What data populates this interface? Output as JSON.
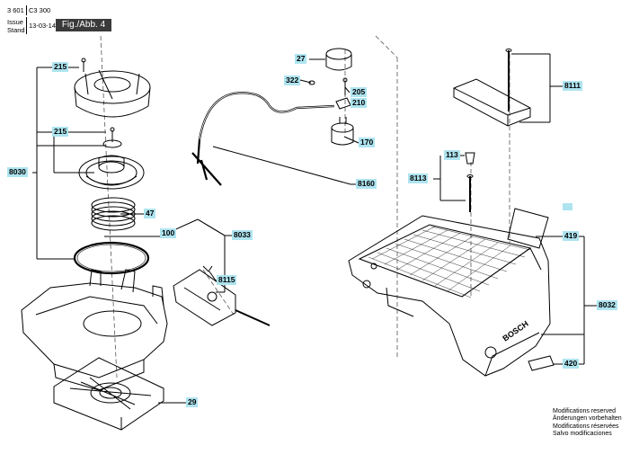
{
  "header": {
    "doc_number": "3 601",
    "model": "C3 300",
    "issue_label": "Issue",
    "stand_label": "Stand",
    "issue_date": "13-03-14",
    "figure": "Fig./Abb. 4"
  },
  "labels": {
    "p215a": "215",
    "p215b": "215",
    "p8030": "8030",
    "p47": "47",
    "p100": "100",
    "p8033": "8033",
    "p8115": "8115",
    "p29": "29",
    "p27": "27",
    "p322": "322",
    "p205": "205",
    "p210": "210",
    "p170": "170",
    "p8160": "8160",
    "p8111": "8111",
    "p113": "113",
    "p8113": "8113",
    "p419": "419",
    "p8032": "8032",
    "p420": "420"
  },
  "notes": [
    "Modifications reserved",
    "Änderungen vorbehalten",
    "Modifications réservées",
    "Salvo modificaciones"
  ],
  "brand_mark": "BOSCH",
  "colors": {
    "label_bg": "#aee4f0",
    "line": "#000000",
    "dash": "#555555"
  }
}
